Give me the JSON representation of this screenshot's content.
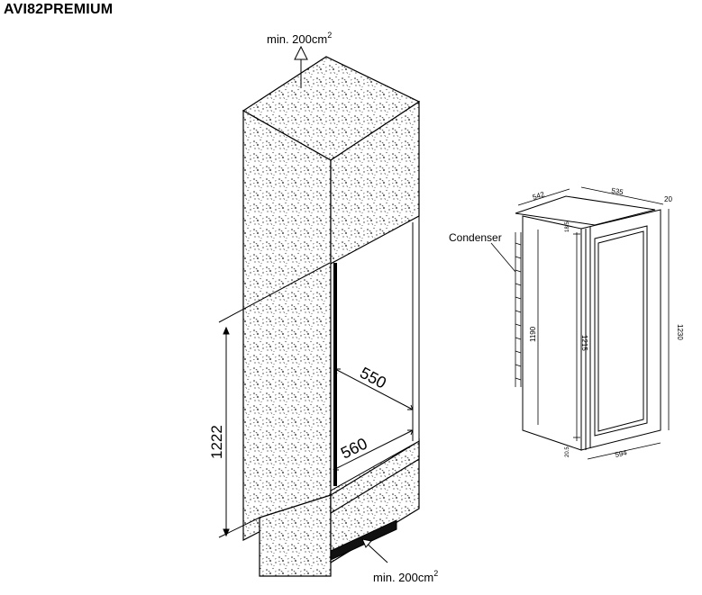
{
  "title": "AVI82PREMIUM",
  "cabinet": {
    "vent_top_label": "min. 200cm",
    "vent_top_sup": "2",
    "vent_bottom_label": "min. 200cm",
    "vent_bottom_sup": "2",
    "height_dim": "1222",
    "depth_dim": "550",
    "width_dim": "560"
  },
  "appliance": {
    "condenser_label": "Condenser",
    "dim_top_left": "542",
    "dim_top_mid": "535",
    "dim_top_right": "20",
    "dim_overall_height": "1230",
    "dim_body_height": "1190",
    "dim_inner_height": "1215",
    "dim_bottom_width": "594",
    "dim_small_top": "18.5",
    "dim_small_bottom": "20.5"
  }
}
